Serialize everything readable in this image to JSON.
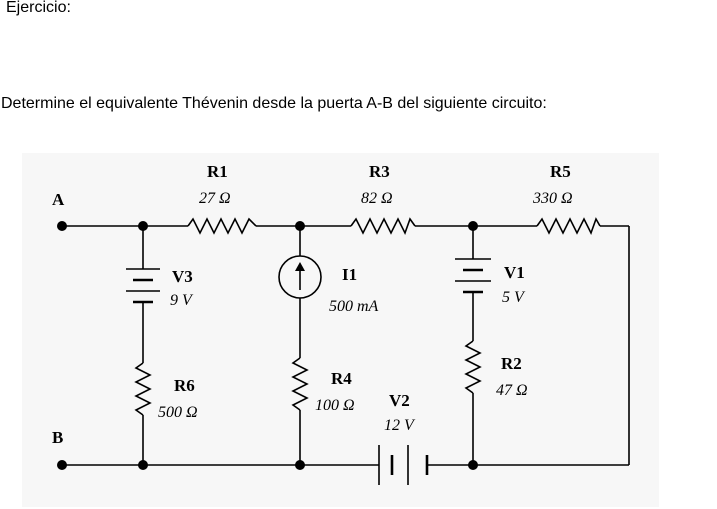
{
  "document": {
    "heading": "Ejercicio:",
    "question": "Determine el equivalente Thévenin desde la puerta A-B del siguiente circuito:"
  },
  "circuit": {
    "nodes": {
      "a": "A",
      "b": "B"
    },
    "components": {
      "r1": {
        "name": "R1",
        "value": "27 Ω"
      },
      "r3": {
        "name": "R3",
        "value": "82 Ω"
      },
      "r5": {
        "name": "R5",
        "value": "330 Ω"
      },
      "v3": {
        "name": "V3",
        "value": "9 V"
      },
      "i1": {
        "name": "I1",
        "value": "500 mA"
      },
      "v1": {
        "name": "V1",
        "value": "5 V"
      },
      "r6": {
        "name": "R6",
        "value": "500 Ω"
      },
      "r4": {
        "name": "R4",
        "value": "100 Ω"
      },
      "v2": {
        "name": "V2",
        "value": "12 V"
      },
      "r2": {
        "name": "R2",
        "value": "47 Ω"
      }
    }
  }
}
